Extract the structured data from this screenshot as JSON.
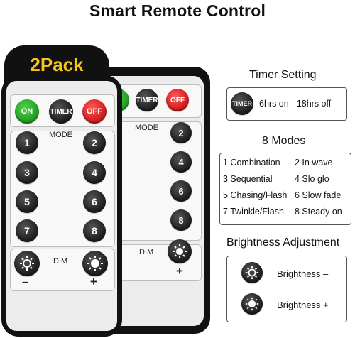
{
  "title": "Smart Remote Control",
  "badge": "2Pack",
  "remote": {
    "on": "ON",
    "timer": "TIMER",
    "off": "OFF",
    "mode": "MODE",
    "numbers": [
      "1",
      "2",
      "3",
      "4",
      "5",
      "6",
      "7",
      "8"
    ],
    "dim": "DIM",
    "minus": "–",
    "plus": "+"
  },
  "timer_setting": {
    "heading": "Timer Setting",
    "button": "TIMER",
    "text": "6hrs on - 18hrs off"
  },
  "modes": {
    "heading": "8 Modes",
    "items": [
      "1 Combination",
      "2 In wave",
      "3 Sequential",
      "4 Slo glo",
      "5 Chasing/Flash",
      "6 Slow fade",
      "7 Twinkle/Flash",
      "8 Steady on"
    ]
  },
  "brightness": {
    "heading": "Brightness Adjustment",
    "minus": "Brightness –",
    "plus": "Brightness +"
  }
}
